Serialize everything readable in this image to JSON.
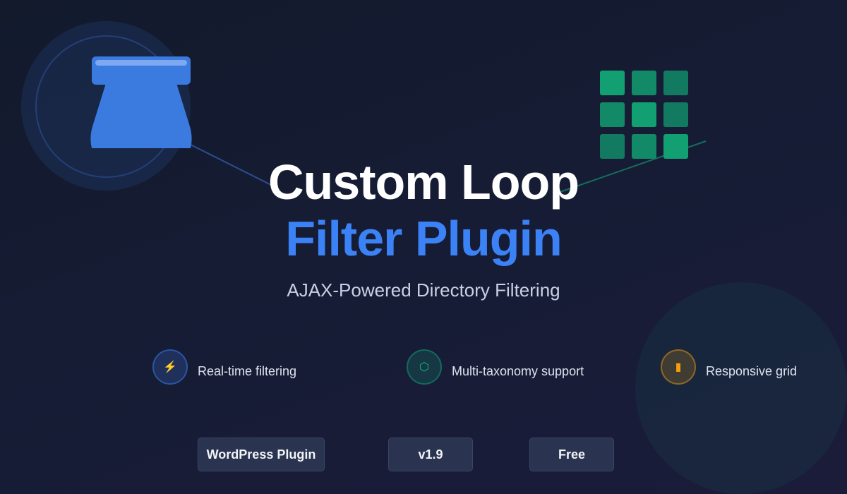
{
  "title": {
    "line1": "Custom Loop",
    "line2": "Filter Plugin"
  },
  "subtitle": "AJAX-Powered Directory Filtering",
  "features": [
    {
      "label": "Real-time filtering",
      "icon": "bolt-icon",
      "glyph": "⚡",
      "color": "#3b82f6"
    },
    {
      "label": "Multi-taxonomy support",
      "icon": "tags-icon",
      "glyph": "⬡",
      "color": "#10b981"
    },
    {
      "label": "Responsive grid",
      "icon": "mobile-icon",
      "glyph": "▮",
      "color": "#f59e0b"
    }
  ],
  "chips": [
    {
      "label": "WordPress Plugin"
    },
    {
      "label": "v1.9"
    },
    {
      "label": "Free"
    }
  ],
  "colors": {
    "accent_blue": "#3b82f6",
    "accent_green": "#10b981",
    "accent_amber": "#f59e0b",
    "funnel_blue": "#3b7be0",
    "chip_background": "#2a3450"
  },
  "decorations": {
    "left_icon": "filter-funnel-icon",
    "right_icon": "grid-icon"
  }
}
